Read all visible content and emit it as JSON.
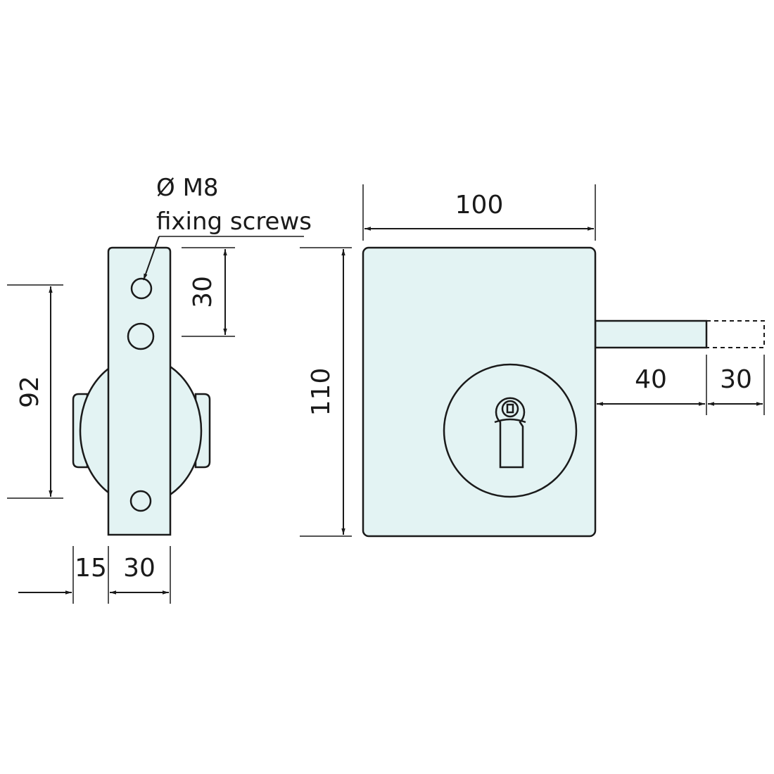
{
  "colors": {
    "part_fill": "#e3f3f3",
    "line": "#1a1a1a",
    "background": "#ffffff"
  },
  "side_view": {
    "screw_note_line1": "Ø M8",
    "screw_note_line2": "fixing screws",
    "dim_hole_spacing": "30",
    "dim_height": "92",
    "dim_depth_offset": "15",
    "dim_plate_width": "30"
  },
  "front_view": {
    "dim_width": "100",
    "dim_height": "110",
    "dim_bolt_throw": "40",
    "dim_bolt_extension": "30"
  }
}
